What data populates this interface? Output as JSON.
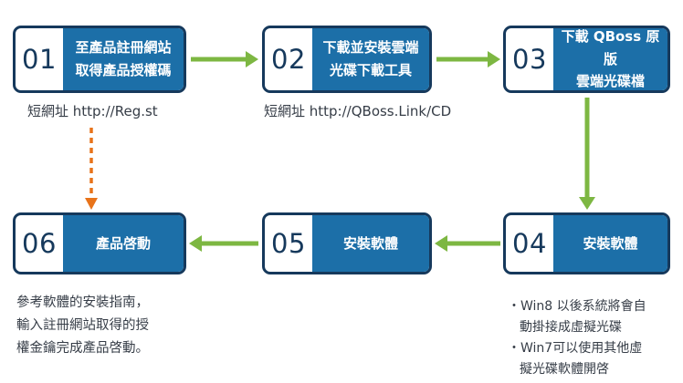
{
  "colors": {
    "box_border": "#16395C",
    "box_fill": "#1C6FA8",
    "arrow_green": "#7DB742",
    "arrow_orange": "#E8731A",
    "text_color": "#363D47"
  },
  "diagram": {
    "steps": [
      {
        "num": "01",
        "label": "至產品註冊網站\n取得產品授權碼"
      },
      {
        "num": "02",
        "label": "下載並安裝雲端\n光碟下載工具"
      },
      {
        "num": "03",
        "label": "下載 QBoss 原版\n雲端光碟檔"
      },
      {
        "num": "04",
        "label": "安裝軟體"
      },
      {
        "num": "05",
        "label": "安裝軟體"
      },
      {
        "num": "06",
        "label": "產品啓動"
      }
    ],
    "notes": {
      "step1_url": "短網址 http://Reg.st",
      "step2_url": "短網址 http://QBoss.Link/CD",
      "step6_text": "參考軟體的安裝指南，\n輸入註冊網站取得的授\n權金鑰完成產品啓動。",
      "bullet": "・",
      "step4_items": [
        "Win8 以後系統將會自\n動掛接成虛擬光碟",
        "Win7可以使用其他虛\n擬光碟軟體開啓"
      ]
    }
  }
}
